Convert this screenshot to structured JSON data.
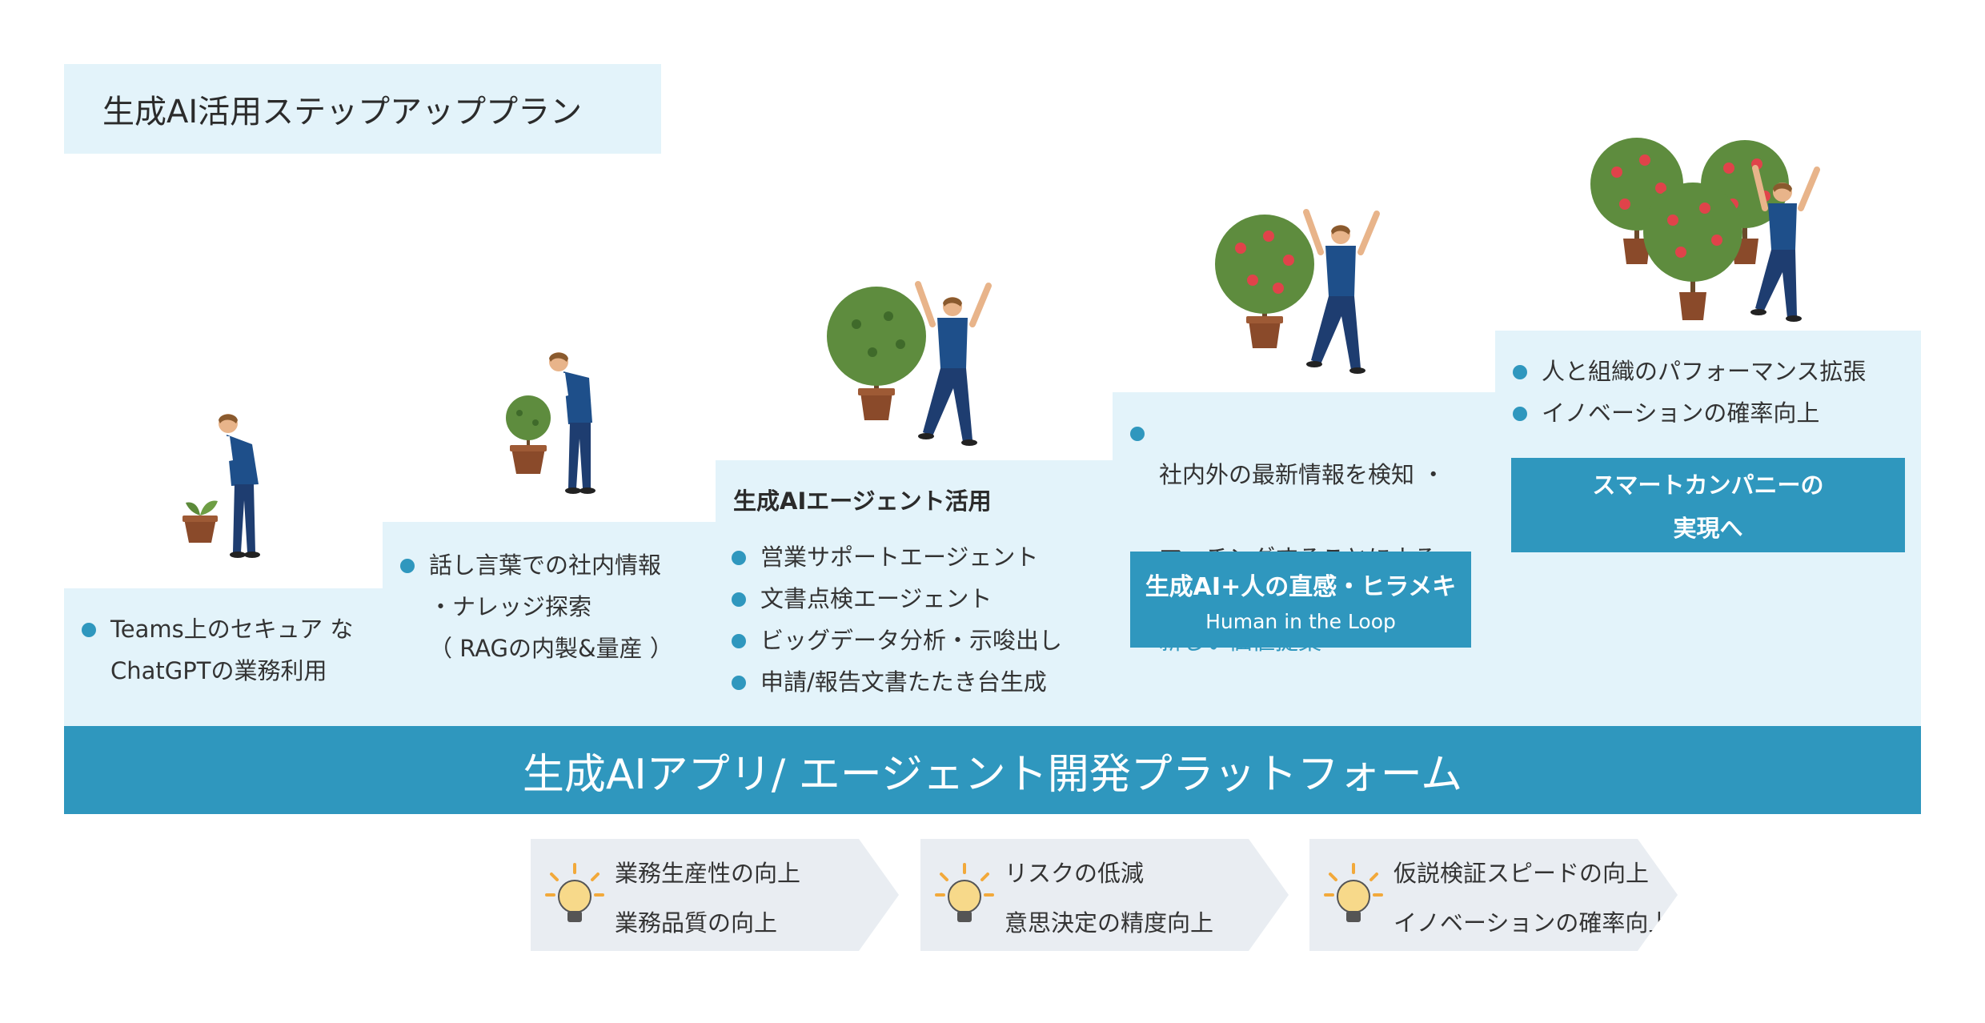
{
  "title": "生成AI活用ステップアッププラン",
  "steps": [
    {
      "bullets": [
        "Teams上のセキュア な\nChatGPTの業務利用"
      ]
    },
    {
      "bullets": [
        "話し言葉での社内情報\n・ナレッジ探索\n（ RAGの内製&量産 ）"
      ]
    },
    {
      "heading": "生成AIエージェント活用",
      "bullets": [
        "営業サポートエージェント",
        "文書点検エージェント",
        "ビッグデータ分析・示唆出し",
        "申請/報告文書たたき台生成"
      ]
    },
    {
      "bullet_lines": [
        "社内外の最新情報を検知 ・",
        "マッチングすることによる"
      ],
      "bullet_highlight": "新しい価値提案",
      "callout_title": "生成AI+人の直感・ヒラメキ",
      "callout_sub": "Human in the Loop"
    },
    {
      "bullets": [
        "人と組織のパフォーマンス拡張",
        "イノベーションの確率向上"
      ],
      "callout_line1": "スマートカンパニーの",
      "callout_line2": "実現へ"
    }
  ],
  "platform": "生成AIアプリ/ エージェント開発プラットフォーム",
  "benefits": [
    {
      "icon": "lightbulb-icon",
      "line1": "業務生産性の向上",
      "line2": "業務品質の向上"
    },
    {
      "icon": "lightbulb-icon",
      "line1": "リスクの低減",
      "line2": "意思決定の精度向上"
    },
    {
      "icon": "lightbulb-icon",
      "line1": "仮説検証スピードの向上",
      "line2": "イノベーションの確率向上"
    }
  ],
  "colors": {
    "accent": "#2f97be",
    "panel": "#e3f3fa",
    "chevron": "#e9edf2"
  }
}
